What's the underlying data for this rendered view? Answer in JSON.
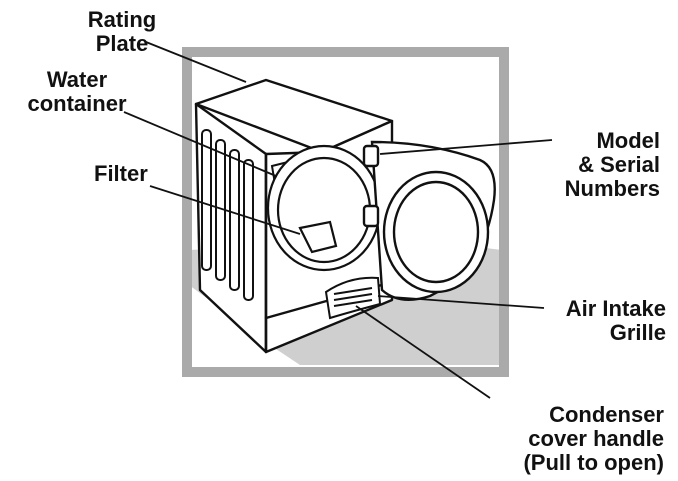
{
  "labels": {
    "rating_plate": [
      "Rating",
      "Plate"
    ],
    "water_container": [
      "Water",
      "container"
    ],
    "filter": [
      "Filter"
    ],
    "model_serial": [
      "Model",
      "& Serial",
      "Numbers"
    ],
    "air_intake": [
      "Air Intake",
      "Grille"
    ],
    "condenser": [
      "Condenser",
      "cover handle",
      "(Pull to open)"
    ]
  },
  "colors": {
    "frame": "#aaaaaa",
    "floor": "#cfcfcf",
    "line": "#111111",
    "background": "#ffffff"
  }
}
